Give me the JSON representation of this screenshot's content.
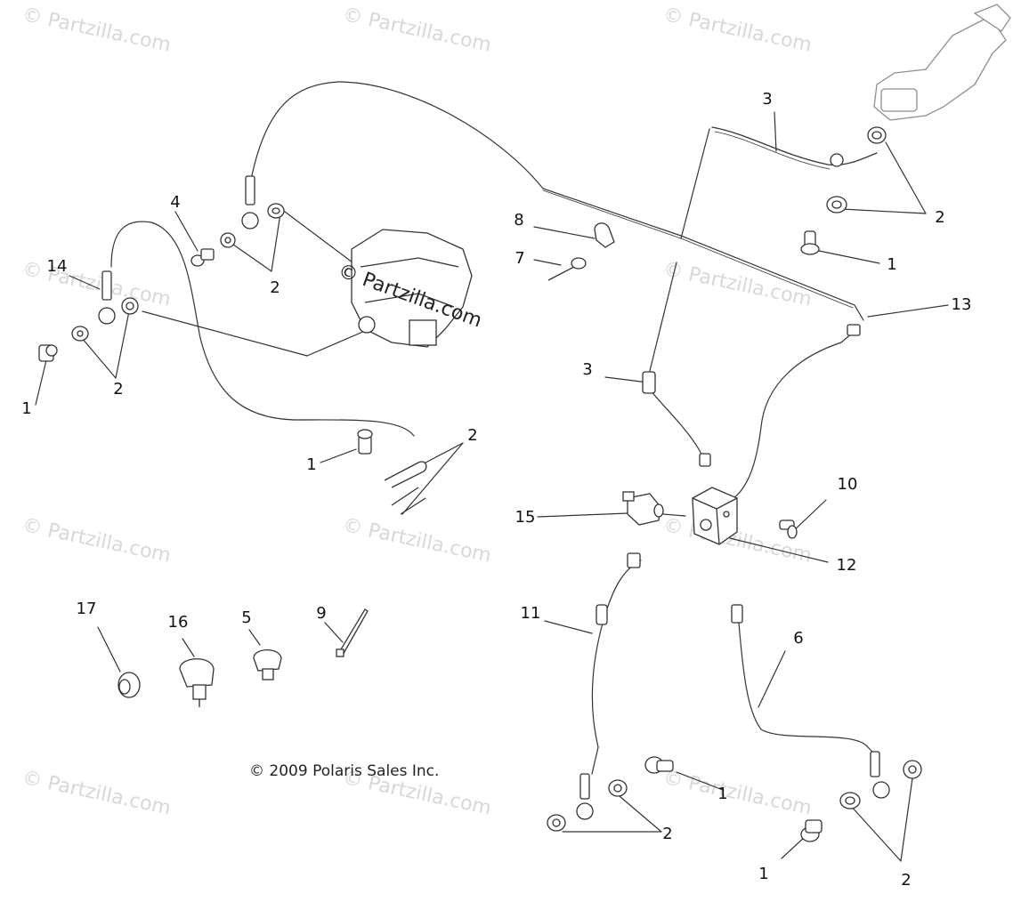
{
  "diagram": {
    "watermark_text": "© Partzilla.com",
    "center_watermark_text": "© Partzilla.com",
    "copyright_text": "© 2009 Polaris Sales Inc.",
    "line_color": "#333333",
    "watermark_color": "#d8d8d8",
    "callouts": [
      {
        "id": "c3a",
        "label": "3"
      },
      {
        "id": "c2a",
        "label": "2"
      },
      {
        "id": "c1a",
        "label": "1"
      },
      {
        "id": "c4",
        "label": "4"
      },
      {
        "id": "c2b",
        "label": "2"
      },
      {
        "id": "c14",
        "label": "14"
      },
      {
        "id": "c1b",
        "label": "1"
      },
      {
        "id": "c2c",
        "label": "2"
      },
      {
        "id": "c8",
        "label": "8"
      },
      {
        "id": "c7",
        "label": "7"
      },
      {
        "id": "c13",
        "label": "13"
      },
      {
        "id": "c3b",
        "label": "3"
      },
      {
        "id": "c1c",
        "label": "1"
      },
      {
        "id": "c2d",
        "label": "2"
      },
      {
        "id": "c10",
        "label": "10"
      },
      {
        "id": "c15",
        "label": "15"
      },
      {
        "id": "c12",
        "label": "12"
      },
      {
        "id": "c17",
        "label": "17"
      },
      {
        "id": "c16",
        "label": "16"
      },
      {
        "id": "c5",
        "label": "5"
      },
      {
        "id": "c9",
        "label": "9"
      },
      {
        "id": "c11",
        "label": "11"
      },
      {
        "id": "c6",
        "label": "6"
      },
      {
        "id": "c1d",
        "label": "1"
      },
      {
        "id": "c2e",
        "label": "2"
      },
      {
        "id": "c1e",
        "label": "1"
      },
      {
        "id": "c2f",
        "label": "2"
      }
    ]
  }
}
